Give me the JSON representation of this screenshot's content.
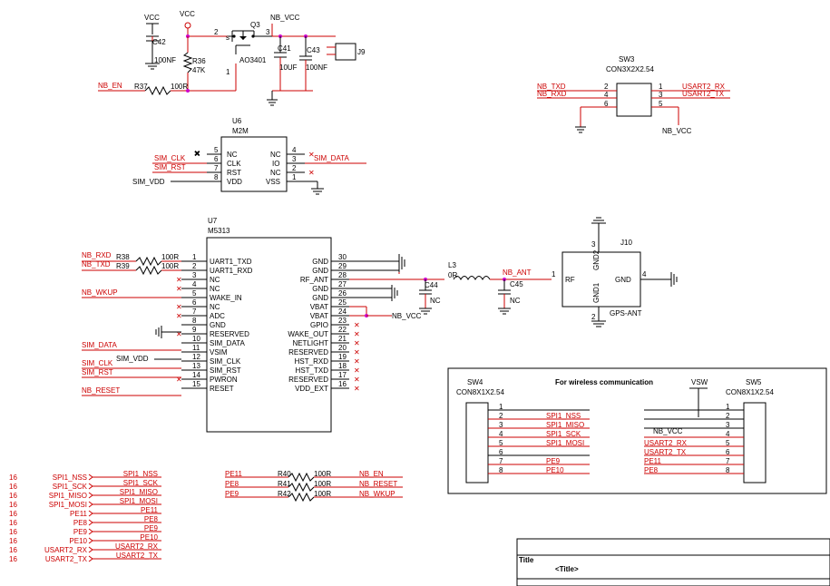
{
  "colors": {
    "wire": "#cc0000",
    "body": "#000000",
    "junction": "#cc00cc",
    "text": "#000000",
    "net_text": "#cc0000"
  },
  "power_nets": {
    "vcc": "VCC",
    "nb_vcc": "NB_VCC",
    "vsw": "VSW"
  },
  "top": {
    "c42": {
      "ref": "C42",
      "val": "100NF"
    },
    "r36": {
      "ref": "R36",
      "val": "47K"
    },
    "q3": {
      "ref": "Q3",
      "part": "AO3401",
      "pin_s": "s",
      "pin_2": "2",
      "pin_3": "3",
      "pin_1": "1"
    },
    "r37": {
      "ref": "R37",
      "val": "100R",
      "net": "NB_EN"
    },
    "c41": {
      "ref": "C41",
      "val": "10UF"
    },
    "c43": {
      "ref": "C43",
      "val": "100NF"
    },
    "j9": {
      "ref": "J9"
    }
  },
  "sw3": {
    "ref": "SW3",
    "part": "CON3X2X2.54",
    "left": [
      {
        "net": "NB_TXD",
        "pin": "2"
      },
      {
        "net": "NB_RXD",
        "pin": "4"
      },
      {
        "net": "",
        "pin": "6"
      }
    ],
    "right": [
      {
        "net": "USART2_RX",
        "pin": "1"
      },
      {
        "net": "USART2_TX",
        "pin": "3"
      },
      {
        "net": "",
        "pin": "5"
      }
    ]
  },
  "u6": {
    "ref": "U6",
    "part": "M2M",
    "left": [
      {
        "pin": "5",
        "name": "NC",
        "net": ""
      },
      {
        "pin": "6",
        "name": "CLK",
        "net": "SIM_CLK"
      },
      {
        "pin": "7",
        "name": "RST",
        "net": "SIM_RST"
      },
      {
        "pin": "8",
        "name": "VDD",
        "net": "SIM_VDD"
      }
    ],
    "right": [
      {
        "pin": "4",
        "name": "NC",
        "net": ""
      },
      {
        "pin": "3",
        "name": "IO",
        "net": "SIM_DATA"
      },
      {
        "pin": "2",
        "name": "NC",
        "net": ""
      },
      {
        "pin": "1",
        "name": "VSS",
        "net": ""
      }
    ]
  },
  "u7": {
    "ref": "U7",
    "part": "M5313",
    "left": [
      {
        "pin": "1",
        "name": "UART1_TXD"
      },
      {
        "pin": "2",
        "name": "UART1_RXD"
      },
      {
        "pin": "3",
        "name": "NC"
      },
      {
        "pin": "4",
        "name": "NC"
      },
      {
        "pin": "5",
        "name": "WAKE_IN"
      },
      {
        "pin": "6",
        "name": "NC"
      },
      {
        "pin": "7",
        "name": "ADC"
      },
      {
        "pin": "8",
        "name": "GND"
      },
      {
        "pin": "9",
        "name": "RESERVED"
      },
      {
        "pin": "10",
        "name": "SIM_DATA"
      },
      {
        "pin": "11",
        "name": "VSIM"
      },
      {
        "pin": "12",
        "name": "SIM_CLK"
      },
      {
        "pin": "13",
        "name": "SIM_RST"
      },
      {
        "pin": "14",
        "name": "PWRON"
      },
      {
        "pin": "15",
        "name": "RESET"
      }
    ],
    "right": [
      {
        "pin": "30",
        "name": "GND"
      },
      {
        "pin": "29",
        "name": "GND"
      },
      {
        "pin": "28",
        "name": "RF_ANT"
      },
      {
        "pin": "27",
        "name": "GND"
      },
      {
        "pin": "26",
        "name": "GND"
      },
      {
        "pin": "25",
        "name": "VBAT"
      },
      {
        "pin": "24",
        "name": "VBAT"
      },
      {
        "pin": "23",
        "name": "GPIO"
      },
      {
        "pin": "22",
        "name": "WAKE_OUT"
      },
      {
        "pin": "21",
        "name": "NETLIGHT"
      },
      {
        "pin": "20",
        "name": "RESERVED"
      },
      {
        "pin": "19",
        "name": "HST_RXD"
      },
      {
        "pin": "18",
        "name": "HST_TXD"
      },
      {
        "pin": "17",
        "name": "RESERVED"
      },
      {
        "pin": "16",
        "name": "VDD_EXT"
      }
    ],
    "left_nets": {
      "nb_rxd": "NB_RXD",
      "nb_txd": "NB_TXD",
      "r38": "R38",
      "r39": "R39",
      "r38_val": "100R",
      "r39_val": "100R",
      "nb_wkup": "NB_WKUP",
      "sim_data": "SIM_DATA",
      "sim_vdd": "SIM_VDD",
      "sim_clk": "SIM_CLK",
      "sim_rst": "SIM_RST",
      "nb_reset": "NB_RESET"
    }
  },
  "rf": {
    "l3": "L3",
    "l3_val": "0R",
    "nb_ant": "NB_ANT",
    "c44": "C44",
    "c44_val": "NC",
    "c45": "C45",
    "c45_val": "NC",
    "j10": "J10",
    "j10_part": "GPS-ANT",
    "j10_rf": "RF",
    "j10_gnd": "GND",
    "j10_gnd1": "GND1",
    "j10_gnd2": "GND2",
    "pin1": "1",
    "pin2": "2",
    "pin3": "3",
    "pin4": "4"
  },
  "comm_box": {
    "title": "For wireless communication",
    "sw4": {
      "ref": "SW4",
      "part": "CON8X1X2.54",
      "pins": [
        {
          "pin": "1",
          "net": ""
        },
        {
          "pin": "2",
          "net": "SPI1_NSS"
        },
        {
          "pin": "3",
          "net": "SPI1_MISO"
        },
        {
          "pin": "4",
          "net": "SPI1_SCK"
        },
        {
          "pin": "5",
          "net": "SPI1_MOSI"
        },
        {
          "pin": "6",
          "net": ""
        },
        {
          "pin": "7",
          "net": "PE9"
        },
        {
          "pin": "8",
          "net": "PE10"
        }
      ]
    },
    "sw5": {
      "ref": "SW5",
      "part": "CON8X1X2.54",
      "pins": [
        {
          "pin": "1",
          "net": ""
        },
        {
          "pin": "2",
          "net": ""
        },
        {
          "pin": "3",
          "net": ""
        },
        {
          "pin": "4",
          "net": "NB_VCC"
        },
        {
          "pin": "5",
          "net": "USART2_RX"
        },
        {
          "pin": "6",
          "net": "USART2_TX"
        },
        {
          "pin": "7",
          "net": "PE11"
        },
        {
          "pin": "8",
          "net": "PE8"
        }
      ]
    }
  },
  "ports": [
    {
      "sheet": "16",
      "name": "SPI1_NSS",
      "net": "SPI1_NSS"
    },
    {
      "sheet": "16",
      "name": "SPI1_SCK",
      "net": "SPI1_SCK"
    },
    {
      "sheet": "16",
      "name": "SPI1_MISO",
      "net": "SPI1_MISO"
    },
    {
      "sheet": "16",
      "name": "SPI1_MOSI",
      "net": "SPI1_MOSI"
    },
    {
      "sheet": "16",
      "name": "PE11",
      "net": "PE11"
    },
    {
      "sheet": "16",
      "name": "PE8",
      "net": "PE8"
    },
    {
      "sheet": "16",
      "name": "PE9",
      "net": "PE9"
    },
    {
      "sheet": "16",
      "name": "PE10",
      "net": "PE10"
    },
    {
      "sheet": "16",
      "name": "USART2_RX",
      "net": "USART2_RX"
    },
    {
      "sheet": "16",
      "name": "USART2_TX",
      "net": "USART2_TX"
    }
  ],
  "resistors": [
    {
      "left_net": "PE11",
      "ref": "R40",
      "val": "100R",
      "right_net": "NB_EN"
    },
    {
      "left_net": "PE8",
      "ref": "R41",
      "val": "100R",
      "right_net": "NB_RESET"
    },
    {
      "left_net": "PE9",
      "ref": "R42",
      "val": "100R",
      "right_net": "NB_WKUP"
    }
  ],
  "title_block": {
    "title_label": "Title",
    "title_value": "<Title>"
  }
}
